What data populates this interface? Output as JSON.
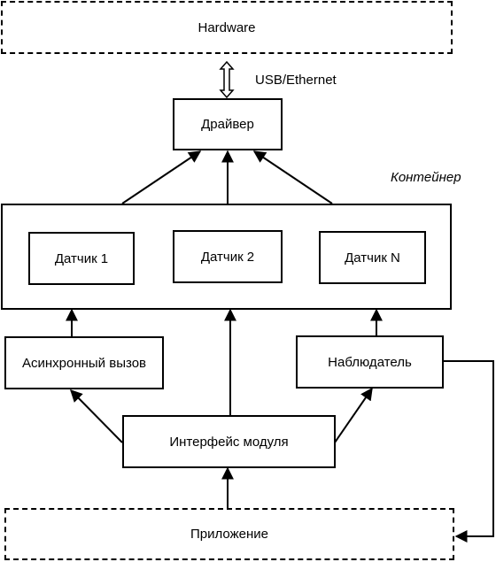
{
  "diagram": {
    "hardware": "Hardware",
    "connection": "USB/Ethernet",
    "driver": "Драйвер",
    "container_label": "Контейнер",
    "sensors": [
      "Датчик 1",
      "Датчик 2",
      "Датчик N"
    ],
    "async_call": "Асинхронный вызов",
    "observer": "Наблюдатель",
    "module_interface": "Интерфейс модуля",
    "application": "Приложение"
  }
}
